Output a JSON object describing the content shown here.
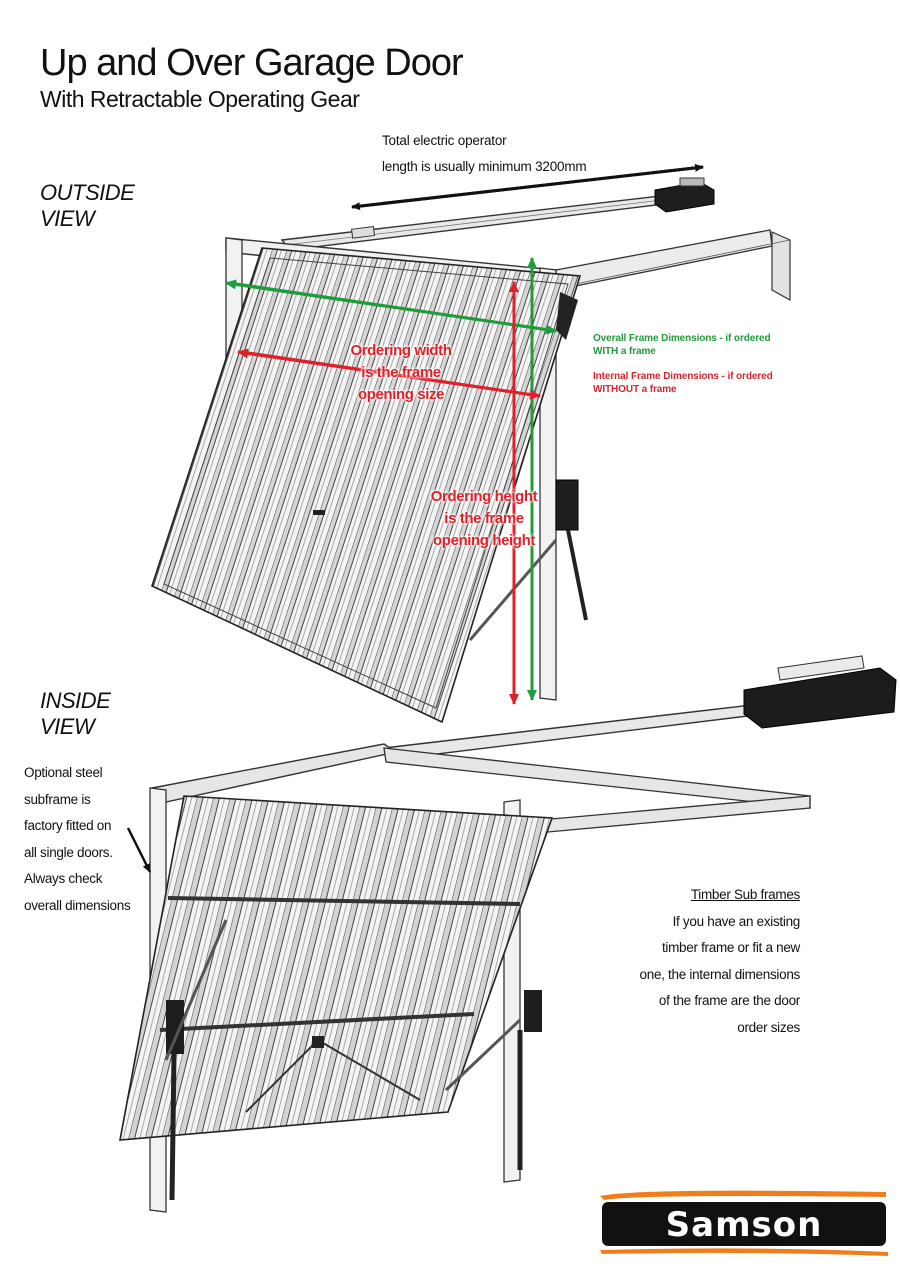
{
  "title": "Up and Over Garage Door",
  "subtitle": "With Retractable Operating Gear",
  "views": {
    "outside": "OUTSIDE VIEW",
    "inside": "INSIDE VIEW"
  },
  "notes": {
    "operator_length": [
      "Total electric operator",
      "length is usually  minimum 3200mm"
    ],
    "ordering_width": [
      "Ordering width",
      "is the frame",
      "opening size"
    ],
    "ordering_height": [
      "Ordering height",
      "is the frame",
      "opening height"
    ],
    "overall_frame": [
      "Overall Frame Dimensions - if ordered",
      "WITH a frame"
    ],
    "internal_frame": [
      "Internal Frame Dimensions - if ordered",
      "WITHOUT a frame"
    ],
    "subframe": [
      "Optional steel",
      "subframe is",
      "factory fitted on",
      "all single doors.",
      "Always check",
      "overall dimensions"
    ],
    "timber_title": "Timber Sub frames",
    "timber_body": [
      "If you have an existing",
      "timber frame or fit a new",
      "one, the internal dimensions",
      "of  the frame are the door",
      "order sizes"
    ]
  },
  "logo": {
    "text": "Samson",
    "accent": "#f07d1a"
  },
  "colors": {
    "green": "#1f9d3a",
    "red": "#e0202a",
    "black": "#111111"
  },
  "icons": [
    "garage-door-outside-illustration",
    "garage-door-inside-illustration",
    "electric-operator-motor-icon",
    "samson-logo"
  ]
}
